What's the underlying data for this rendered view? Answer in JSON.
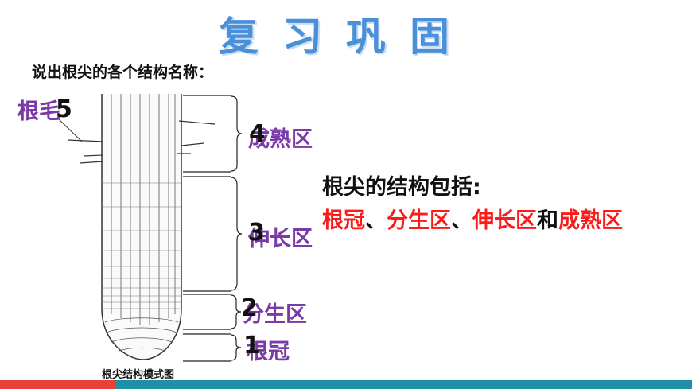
{
  "slide": {
    "title": "复习巩固",
    "prompt": "说出根尖的各个结构名称：",
    "caption": "根尖结构模式图"
  },
  "zones": {
    "root_hair": {
      "number": "5",
      "label": "根毛"
    },
    "maturation": {
      "number": "4",
      "label": "成熟区"
    },
    "elongation": {
      "number": "3",
      "label": "伸长区"
    },
    "meristem": {
      "number": "2",
      "label": "分生区"
    },
    "root_cap": {
      "number": "1",
      "label": "根冠"
    }
  },
  "summary": {
    "heading": "根尖的结构包括:",
    "part1": "根冠",
    "sep1": "、",
    "part2": "分生区",
    "sep2": "、",
    "part3": "伸长区",
    "conj": "和",
    "part4": "成熟区"
  },
  "colors": {
    "title": "#4a90d9",
    "label": "#7a3aa8",
    "highlight": "#ff1a1a",
    "footer_red": "#e8413a",
    "footer_teal": "#1f8fa8"
  }
}
